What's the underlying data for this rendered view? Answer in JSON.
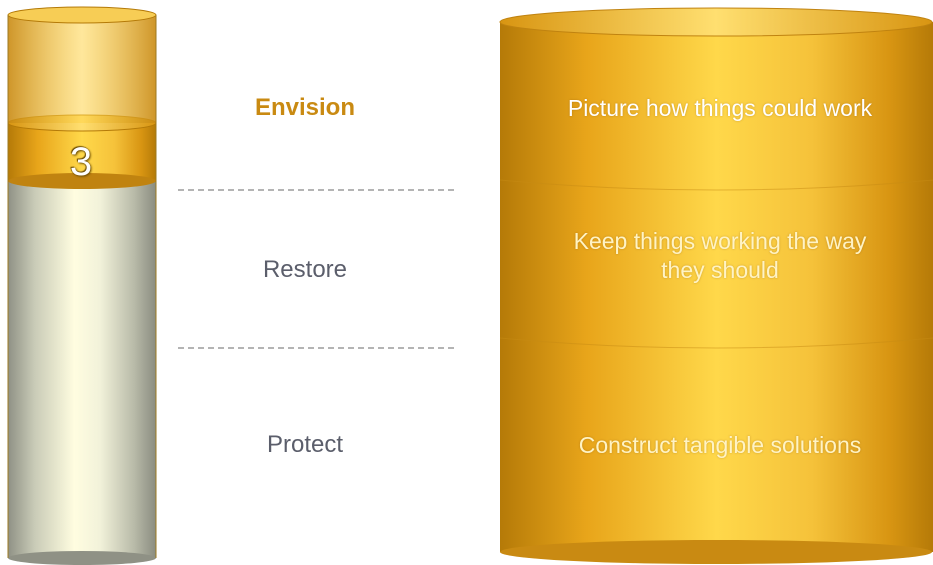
{
  "level_badge": "3",
  "levels": [
    {
      "label": "Envision",
      "description": "Picture how things could work",
      "active": true
    },
    {
      "label": "Restore",
      "description": "Keep things working the way they should",
      "active": false
    },
    {
      "label": "Protect",
      "description": "Construct tangible solutions",
      "active": false
    }
  ],
  "colors": {
    "active_label": "#c98a12",
    "inactive_label": "#5b5e6b",
    "gold": "#f0b32a",
    "gold_dark": "#c98a12",
    "silver": "#e9ebd8"
  }
}
